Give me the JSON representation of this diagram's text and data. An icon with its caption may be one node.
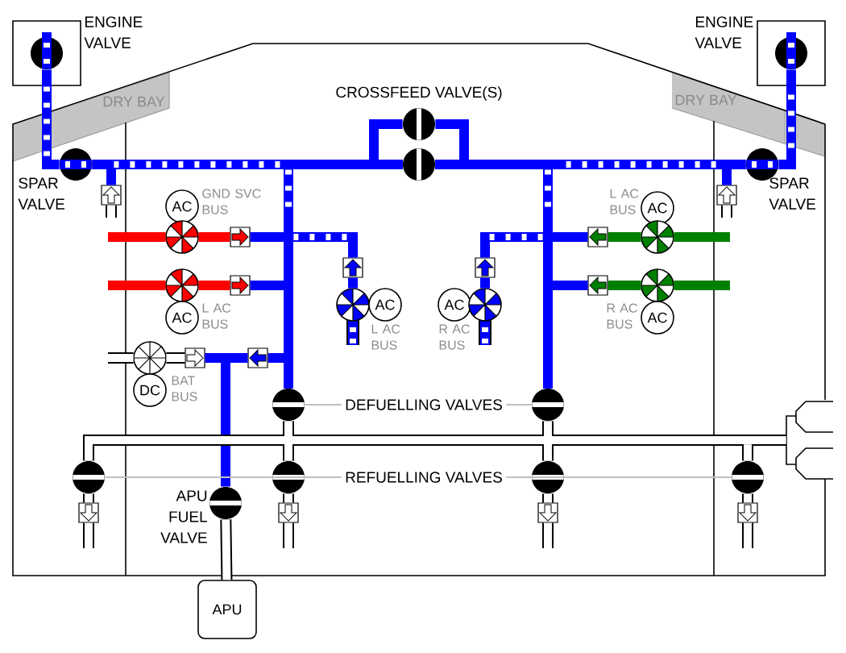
{
  "diagram": {
    "nodes": [
      {
        "text": [],
        "shape": "box"
      },
      {
        "text": [],
        "shape": "circle",
        "in": 0,
        "beside": [
          "ENGINE VALVE"
        ]
      },
      {
        "text": [],
        "shape": "box"
      },
      {
        "text": [],
        "shape": "circle",
        "in": 2,
        "beside": [
          "ENGINE VALVE"
        ]
      },
      {
        "text": [
          "DRY BAY"
        ]
      },
      {
        "text": [
          "DRY BAY"
        ]
      },
      {
        "text": [],
        "shape": "circle",
        "beside": [
          "CROSSFEED VALVE(S)"
        ]
      },
      {
        "text": [],
        "shape": "circle",
        "beside": [
          "SPAR VALVE"
        ]
      },
      {
        "text": [],
        "shape": "circle"
      },
      {
        "text": [],
        "shape": "circle",
        "beside": [
          "SPAR VALVE"
        ]
      },
      {
        "text": [],
        "shape": "box"
      },
      {
        "text": [],
        "shape": "box"
      },
      {
        "text": [
          "AC"
        ],
        "beside": [
          "GND SVC BUS"
        ]
      },
      {
        "text": [
          "AC"
        ],
        "beside": [
          "L AC BUS"
        ]
      },
      {
        "text": [],
        "shape": "circle"
      },
      {
        "text": [],
        "shape": "box"
      },
      {
        "text": [],
        "shape": "box"
      },
      {
        "text": [],
        "shape": "circle"
      },
      {
        "text": [],
        "shape": "box"
      },
      {
        "text": [],
        "shape": "box"
      },
      {
        "text": [],
        "shape": "circle"
      },
      {
        "text": [],
        "shape": "box"
      },
      {
        "text": [],
        "shape": "box"
      },
      {
        "text": [],
        "shape": "circle"
      },
      {
        "text": [],
        "shape": "circle"
      },
      {
        "text": [
          "AC"
        ],
        "beside": [
          "L AC BUS"
        ]
      },
      {
        "text": [
          "AC"
        ],
        "beside": [
          "R AC BUS"
        ]
      },
      {
        "text": [],
        "shape": "circle"
      },
      {
        "text": [
          "AC"
        ],
        "beside": [
          "L AC BUS"
        ]
      },
      {
        "text": [
          "AC"
        ],
        "beside": [
          "R AC BUS"
        ]
      },
      {
        "text": [],
        "shape": "circle"
      },
      {
        "text": [],
        "shape": "box"
      },
      {
        "text": [],
        "shape": "box"
      },
      {
        "text": [
          "DC"
        ],
        "beside": [
          "BAT BUS"
        ]
      },
      {
        "text": [],
        "shape": "circle"
      },
      {
        "text": [
          "DEFUELLING VALVES"
        ]
      },
      {
        "text": [],
        "shape": "circle"
      },
      {
        "text": [],
        "shape": "picture"
      },
      {
        "text": [],
        "shape": "circle"
      },
      {
        "text": [],
        "shape": "circle"
      },
      {
        "text": [
          "REFUELLING VALVES"
        ]
      },
      {
        "text": [],
        "shape": "circle"
      },
      {
        "text": [],
        "shape": "circle"
      },
      {
        "text": [],
        "shape": "circle",
        "beside": [
          "APU FUEL VALVE"
        ]
      },
      {
        "text": [],
        "shape": "box"
      },
      {
        "text": [],
        "shape": "box"
      },
      {
        "text": [],
        "shape": "box"
      },
      {
        "text": [],
        "shape": "box"
      },
      {
        "text": [
          "APU"
        ]
      }
    ],
    "edges": [
      {
        "from": 10,
        "to": 7,
        "arrow": "none"
      },
      {
        "from": 8,
        "to": 6,
        "arrow": "none"
      },
      {
        "from": 8,
        "to": 6,
        "arrow": "none"
      },
      {
        "from": 11,
        "to": 9,
        "arrow": "none"
      },
      {
        "from": 15,
        "to": 34,
        "arrow": "none"
      },
      {
        "from": 21,
        "to": 34,
        "arrow": "none"
      },
      {
        "from": 32,
        "to": 34,
        "arrow": "none"
      },
      {
        "from": 31,
        "to": 32,
        "arrow": "none"
      },
      {
        "from": 31,
        "to": 43,
        "arrow": "none"
      },
      {
        "from": 24,
        "to": 18,
        "arrow": "none"
      },
      {
        "from": 16,
        "to": 36,
        "arrow": "none"
      },
      {
        "from": 22,
        "to": 36,
        "arrow": "none"
      },
      {
        "from": 27,
        "to": 19,
        "arrow": "none"
      },
      {
        "from": null,
        "to": 14,
        "arrow": "none",
        "color": "#ff0000"
      },
      {
        "from": 14,
        "to": 15,
        "arrow": "none",
        "color": "#ff0000"
      },
      {
        "from": null,
        "to": 20,
        "arrow": "none",
        "color": "#ff0000"
      },
      {
        "from": 20,
        "to": 21,
        "arrow": "none",
        "color": "#ff0000"
      },
      {
        "from": null,
        "to": 17,
        "arrow": "none",
        "color": "#008000"
      },
      {
        "from": 17,
        "to": 16,
        "arrow": "none",
        "color": "#008000"
      },
      {
        "from": null,
        "to": 23,
        "arrow": "none",
        "color": "#008000"
      },
      {
        "from": 23,
        "to": 22,
        "arrow": "none",
        "color": "#008000"
      },
      {
        "from": null,
        "to": 30,
        "arrow": "none",
        "color": "#000000"
      },
      {
        "from": 30,
        "to": 31,
        "arrow": "none",
        "color": "#000000"
      },
      {
        "from": 43,
        "to": 48,
        "arrow": "none",
        "color": "#000000"
      },
      {
        "from": 10,
        "to": null,
        "arrow": "none",
        "color": "#000000"
      },
      {
        "from": 11,
        "to": null,
        "arrow": "none",
        "color": "#000000"
      },
      {
        "from": 34,
        "to": 39,
        "arrow": "none",
        "color": "#000000"
      },
      {
        "from": 36,
        "to": 41,
        "arrow": "none",
        "color": "#000000"
      },
      {
        "from": 42,
        "to": 37,
        "arrow": "none",
        "color": "#000000"
      },
      {
        "from": 38,
        "to": 37,
        "arrow": "none",
        "color": "#000000"
      },
      {
        "from": 38,
        "to": 44,
        "arrow": "none",
        "color": "#000000"
      },
      {
        "from": 44,
        "to": null,
        "arrow": "none",
        "color": "#000000"
      },
      {
        "from": 39,
        "to": 45,
        "arrow": "none",
        "color": "#000000"
      },
      {
        "from": 45,
        "to": null,
        "arrow": "none",
        "color": "#000000"
      },
      {
        "from": 41,
        "to": 46,
        "arrow": "none",
        "color": "#000000"
      },
      {
        "from": 46,
        "to": null,
        "arrow": "none",
        "color": "#000000"
      },
      {
        "from": 42,
        "to": 47,
        "arrow": "none",
        "color": "#000000"
      },
      {
        "from": 47,
        "to": null,
        "arrow": "none",
        "color": "#000000"
      },
      {
        "from": 1,
        "to": 7,
        "arrow": "none"
      },
      {
        "from": 7,
        "to": 8,
        "arrow": "none"
      },
      {
        "from": 34,
        "to": 8,
        "arrow": "none"
      },
      {
        "from": 18,
        "to": 34,
        "arrow": "none"
      },
      {
        "from": 3,
        "to": 9,
        "arrow": "none"
      },
      {
        "from": 9,
        "to": 8,
        "arrow": "none"
      },
      {
        "from": 36,
        "to": 8,
        "arrow": "none"
      },
      {
        "from": 19,
        "to": 36,
        "arrow": "none"
      },
      {
        "from": 35,
        "to": 34,
        "arrow": "none",
        "color": "#c0c0c0"
      },
      {
        "from": 35,
        "to": 36,
        "arrow": "none",
        "color": "#c0c0c0"
      },
      {
        "from": 40,
        "to": 39,
        "arrow": "none",
        "color": "#c0c0c0"
      },
      {
        "from": 40,
        "to": 38,
        "arrow": "none",
        "color": "#c0c0c0"
      },
      {
        "from": 40,
        "to": 41,
        "arrow": "none",
        "color": "#c0c0c0"
      },
      {
        "from": 40,
        "to": 42,
        "arrow": "none",
        "color": "#c0c0c0"
      }
    ]
  }
}
